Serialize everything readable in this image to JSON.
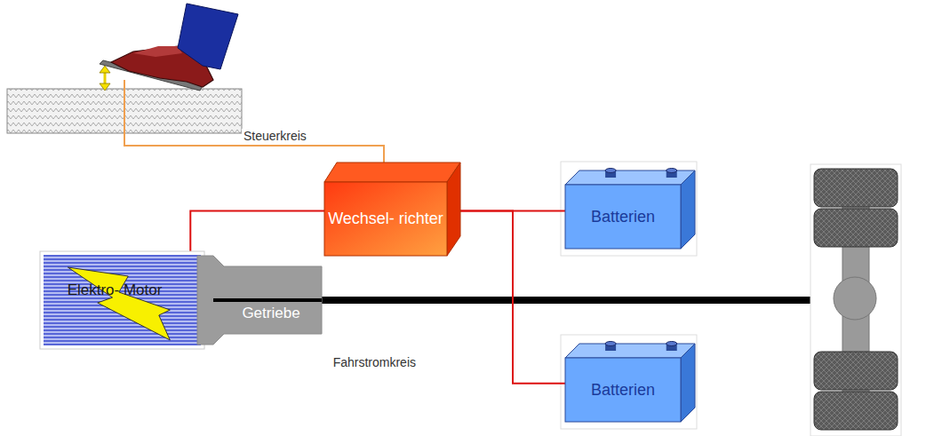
{
  "diagram": {
    "nodes": [
      {
        "text": [
          "Wechsel- richter"
        ]
      },
      {
        "text": [
          "Batterien"
        ]
      },
      {
        "text": [
          "Batterien"
        ]
      },
      {
        "text": [
          "Elektro- Motor"
        ]
      },
      {
        "text": [
          "Getriebe"
        ]
      }
    ],
    "edges": [
      {
        "from": 0,
        "to": 3,
        "arrow": "none"
      },
      {
        "from": 0,
        "to": 1,
        "arrow": "none"
      },
      {
        "from": 0,
        "to": 2,
        "arrow": "none"
      }
    ],
    "labels": [
      "Steuerkreis",
      "Fahrstromkreis"
    ]
  }
}
